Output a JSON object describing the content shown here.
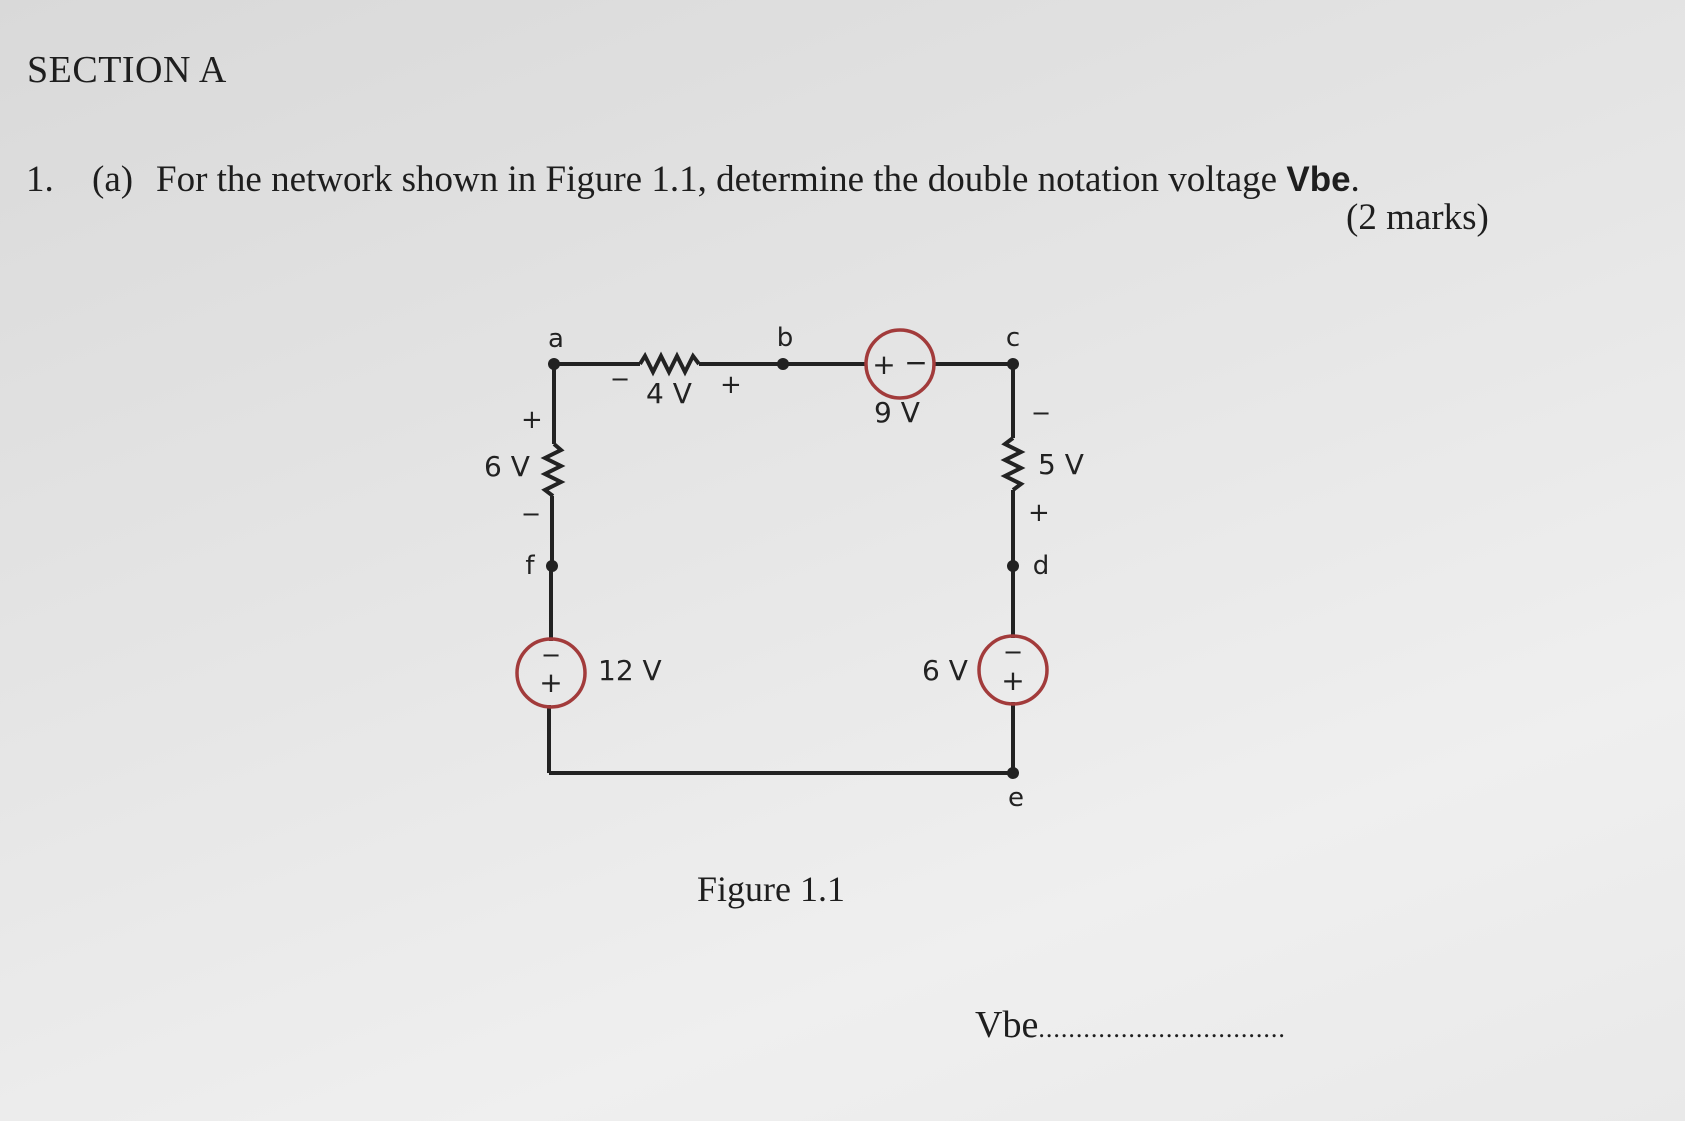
{
  "section_title": "SECTION A",
  "question": {
    "number": "1.",
    "part": "(a)",
    "text_before": "For the network shown in Figure 1.1, determine the double notation voltage ",
    "bold_term": "Vbe",
    "text_after": ".",
    "marks": "(2 marks)"
  },
  "figure": {
    "caption": "Figure 1.1",
    "nodes": {
      "a": "a",
      "b": "b",
      "c": "c",
      "d": "d",
      "e": "e",
      "f": "f"
    },
    "labels": {
      "v_ab_value": "4 V",
      "v_ab_minus": "−",
      "v_ab_plus": "+",
      "v_af_value": "6 V",
      "v_af_plus": "+",
      "v_af_minus": "−",
      "v_source_top": "9 V",
      "v_cd_value": "5 V",
      "v_cd_minus": "−",
      "v_cd_plus": "+",
      "v_source_left": "12 V",
      "v_source_right": "6 V",
      "source_plus": "+",
      "source_minus": "−"
    },
    "colors": {
      "source_circle": "#a23b3b",
      "wire": "#222222"
    }
  },
  "answer": {
    "label": "Vbe",
    "blank": "................................."
  }
}
